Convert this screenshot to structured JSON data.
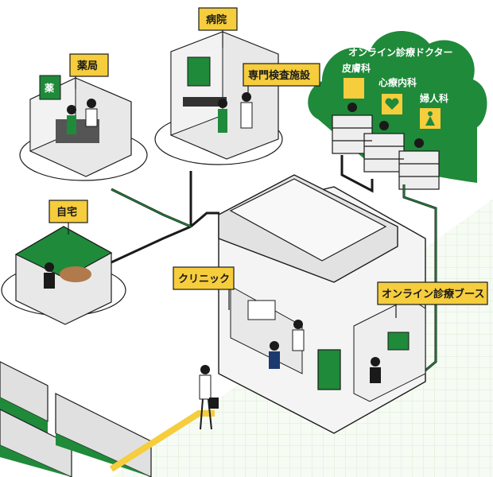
{
  "labels": {
    "pharmacy": "薬局",
    "pharmacy_sign": "薬",
    "hospital": "病院",
    "specialist": "専門検査施設",
    "home": "自宅",
    "clinic": "クリニック",
    "booth": "オンライン診療ブース"
  },
  "cloud": {
    "title": "オンライン診療ドクター",
    "departments": [
      "皮膚科",
      "心療内科",
      "婦人科"
    ]
  },
  "colors": {
    "green": "#1f8a3a",
    "light_green": "#eaf5e4",
    "yellow": "#f5cd3d",
    "dark": "#1a1a1a",
    "gray": "#e8e8e8"
  }
}
